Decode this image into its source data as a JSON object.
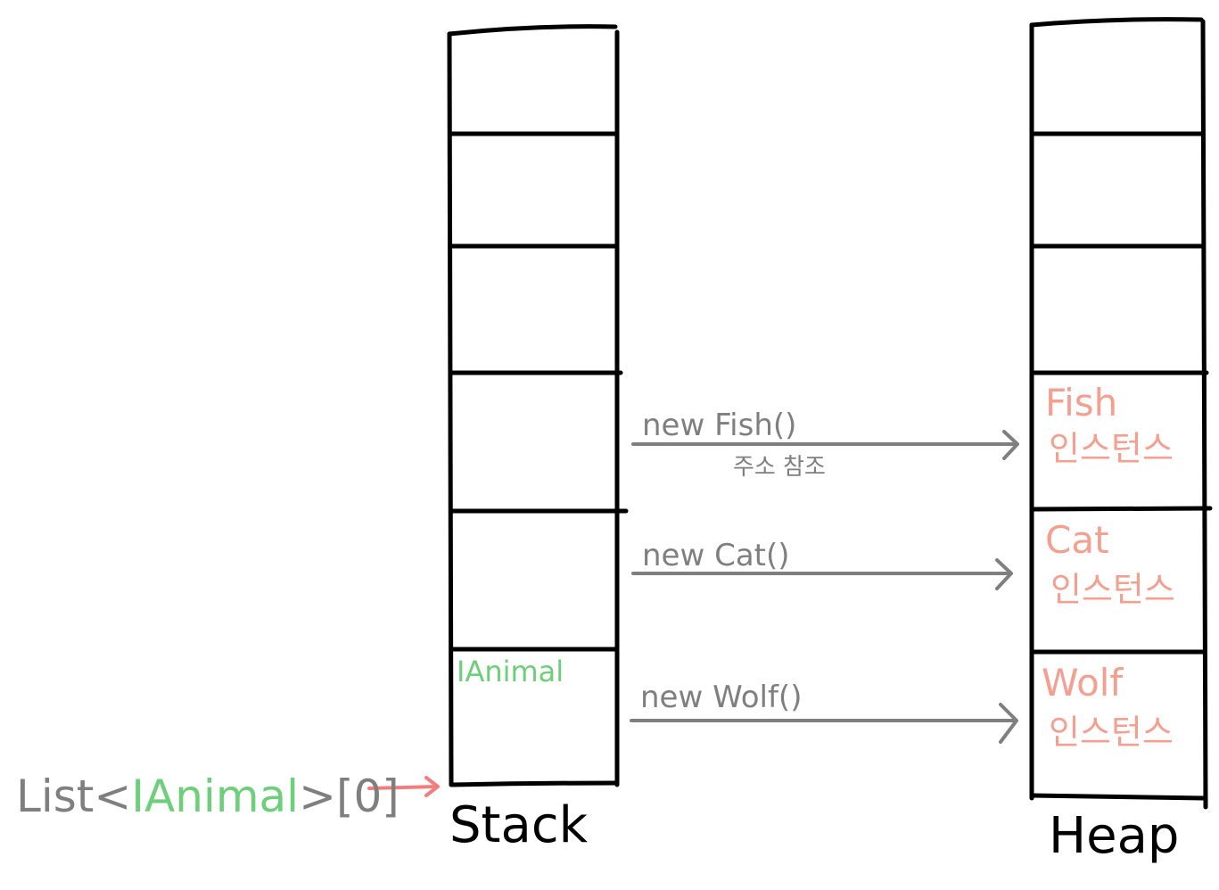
{
  "labels": {
    "stack": "Stack",
    "heap": "Heap",
    "stack_slot_type": "IAnimal",
    "list_prefix": "List<",
    "list_generic": "IAnimal",
    "list_suffix": ">[0]"
  },
  "arrows": [
    {
      "label": "new Fish()",
      "sublabel": "주소 참조"
    },
    {
      "label": "new Cat()",
      "sublabel": ""
    },
    {
      "label": "new Wolf()",
      "sublabel": ""
    }
  ],
  "heap_instances": [
    {
      "name": "Fish",
      "desc": "인스턴스"
    },
    {
      "name": "Cat",
      "desc": "인스턴스"
    },
    {
      "name": "Wolf",
      "desc": "인스턴스"
    }
  ],
  "colors": {
    "outline": "#000000",
    "arrow": "#7f7f7f",
    "instance": "#f4a090",
    "type": "#6ecf7a",
    "pointer": "#f27d7d"
  }
}
